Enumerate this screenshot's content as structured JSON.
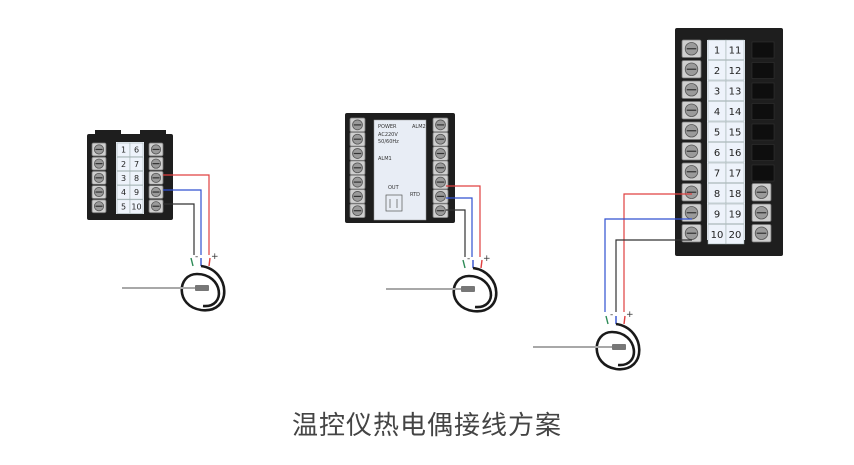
{
  "caption": "温控仪热电偶接线方案",
  "colors": {
    "red": "#e04040",
    "blue": "#3050d0",
    "black": "#333333",
    "green": "#2e8b57",
    "housing": "#1e1e1e",
    "label_panel": "#eef3fb"
  },
  "controller_small": {
    "left_numbers": [
      "1",
      "2",
      "3",
      "4",
      "5"
    ],
    "right_numbers": [
      "6",
      "7",
      "8",
      "9",
      "10"
    ]
  },
  "controller_medium": {
    "panel_labels": [
      "POWER",
      "AC220V",
      "50/60Hz",
      "ALM1",
      "ALM2",
      "OUT",
      "RTD"
    ]
  },
  "controller_tall": {
    "left_numbers": [
      "1",
      "2",
      "3",
      "4",
      "5",
      "6",
      "7",
      "8",
      "9",
      "10"
    ],
    "right_numbers": [
      "11",
      "12",
      "13",
      "14",
      "15",
      "16",
      "17",
      "18",
      "19",
      "20"
    ]
  },
  "polarity": {
    "minus": "-",
    "plus": "+"
  }
}
